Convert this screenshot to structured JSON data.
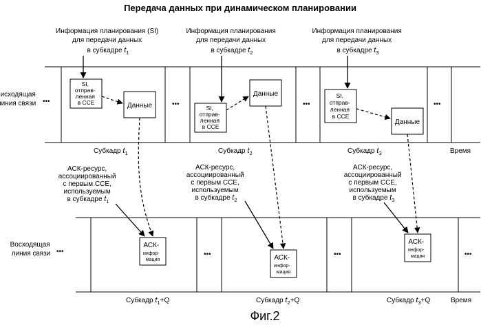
{
  "title": "Передача данных при динамическом планировании",
  "figure_label": "Фиг.2",
  "time_label": "Время",
  "ellipsis": "•••",
  "downlink_label": [
    "Нисходящая",
    "линия связи"
  ],
  "uplink_label": [
    "Восходящая",
    "линия связи"
  ],
  "sched_info": {
    "first": [
      "Информация планирования (SI)",
      "для передачи данных",
      "в субкадре"
    ],
    "other": [
      "Информация планирования",
      "для передачи данных",
      "в субкадре"
    ]
  },
  "si_box": [
    "SI,",
    "отправ-",
    "ленная",
    "в CCE"
  ],
  "data_box": "Данные",
  "subframe_word": "Субкадр",
  "ack_resource": [
    "АСК-ресурс,",
    "ассоциированный",
    "с первым CCE,",
    "используемым",
    "в субкадре"
  ],
  "ack_box": [
    "АСК-",
    "инфор-",
    "мация"
  ],
  "plus_q": "+Q",
  "t_symbol": "t",
  "subscripts": [
    "1",
    "2",
    "3"
  ]
}
